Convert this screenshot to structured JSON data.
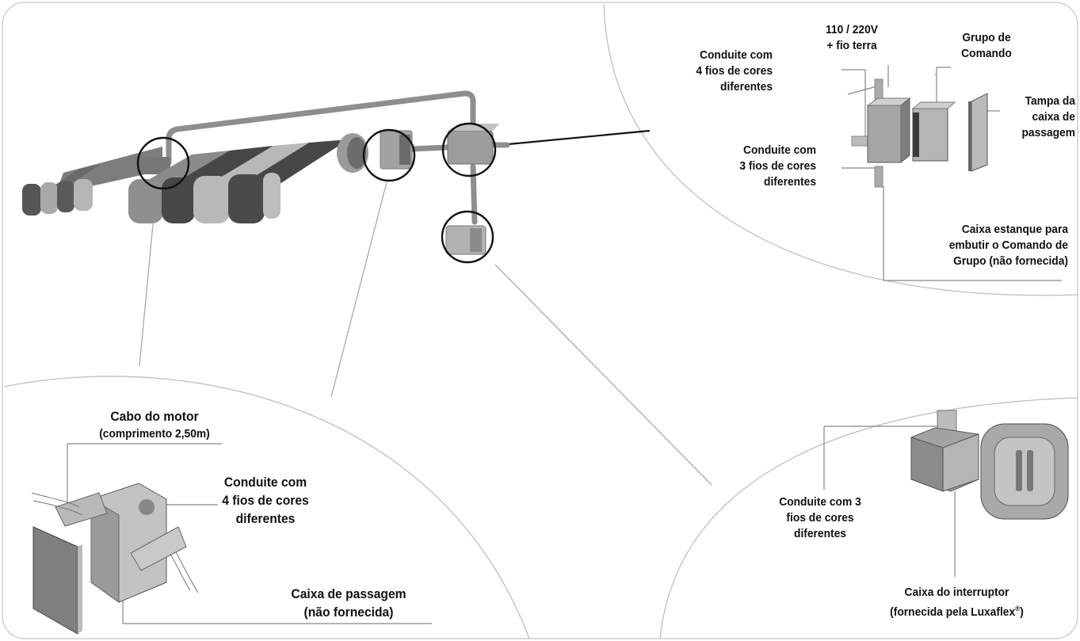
{
  "labels": {
    "conduite_4_top": "Conduite com\n4 fios de cores\ndiferentes",
    "voltage": "110 / 220V\n+ fio terra",
    "grupo_comando": "Grupo de\nComando",
    "tampa": "Tampa da\ncaixa de\npassagem",
    "conduite_3_top": "Conduite com\n3 fios de cores\ndiferentes",
    "caixa_estanque": "Caixa estanque para\nembutir o Comando de\nGrupo (não fornecida)",
    "cabo_motor_title": "Cabo do motor",
    "cabo_motor_sub": "(comprimento 2,50m)",
    "conduite_4_bottom": "Conduite com\n4 fios de cores\ndiferentes",
    "caixa_passagem": "Caixa de passagem\n(não fornecida)",
    "conduite_3_bottom": "Conduite com 3\nfios de cores\ndiferentes",
    "caixa_interruptor_line1": "Caixa do interruptor",
    "caixa_interruptor_line2": "(fornecida pela Luxaflex",
    "registered": "®",
    "closing_paren": ")"
  },
  "colors": {
    "frame_border": "#c9c9c9",
    "callout_line": "#a8a8a8",
    "awning_dark": "#4e4e4e",
    "awning_mid": "#8c8c8c",
    "awning_light": "#bdbdbd",
    "box_gray": "#9a9a9a"
  }
}
